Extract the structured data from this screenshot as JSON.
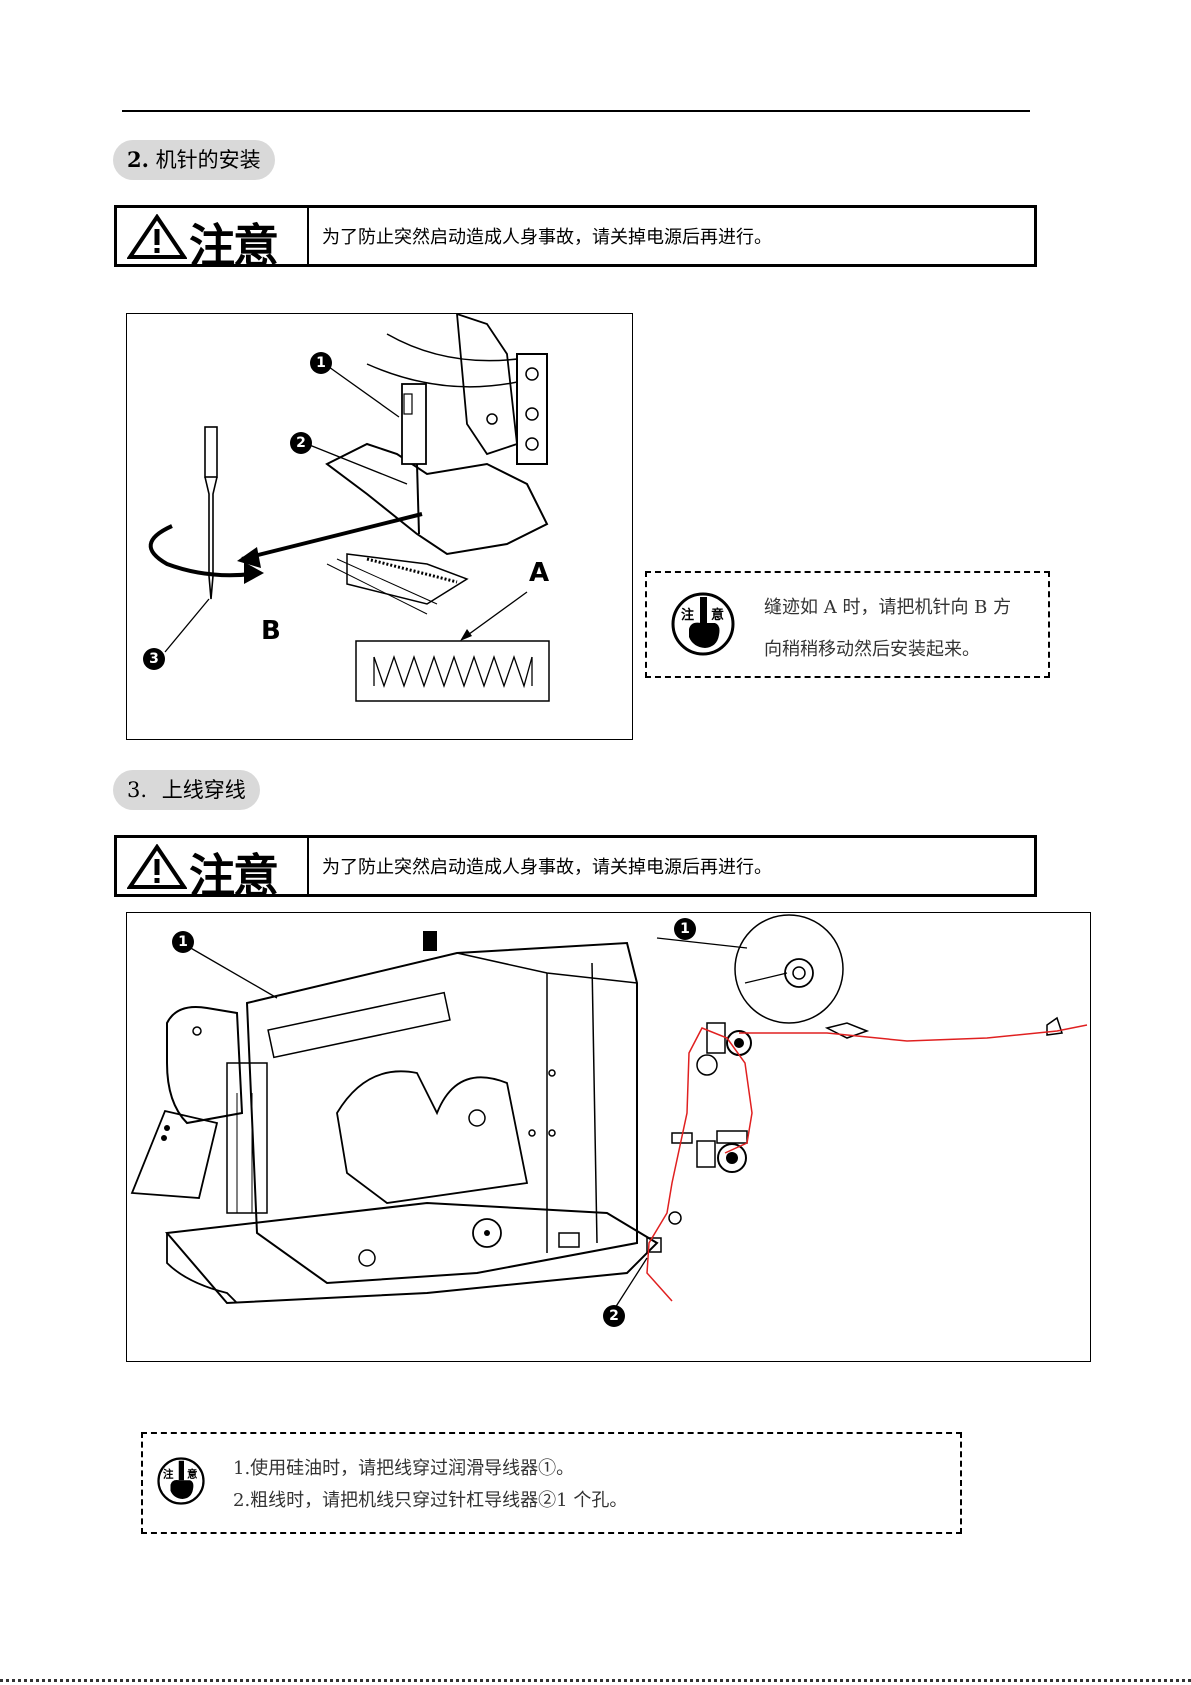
{
  "section2": {
    "number": "2.",
    "title": "机针的安装"
  },
  "caution_word": "注意",
  "caution1": {
    "message": "为了防止突然启动造成人身事故，请关掉电源后再进行。"
  },
  "figure1": {
    "callout_1": "1",
    "callout_2": "2",
    "callout_3": "3",
    "label_a": "A",
    "label_b": "B"
  },
  "note1": {
    "icon_text": [
      "注",
      "意"
    ],
    "line1": "缝迹如 A 时，请把机针向 B 方",
    "line2": "向稍稍移动然后安装起来。"
  },
  "section3": {
    "number": "3.",
    "title": "上线穿线"
  },
  "caution2": {
    "message": "为了防止突然启动造成人身事故，请关掉电源后再进行。"
  },
  "figure2": {
    "callout_1a": "1",
    "callout_1b": "1",
    "callout_2": "2"
  },
  "note2": {
    "line1": "1.使用硅油时，请把线穿过润滑导线器①。",
    "line2": "2.粗线时，请把机线只穿过针杠导线器②1 个孔。"
  },
  "colors": {
    "thread": "#e02020",
    "pill": "#d9d9d9"
  }
}
